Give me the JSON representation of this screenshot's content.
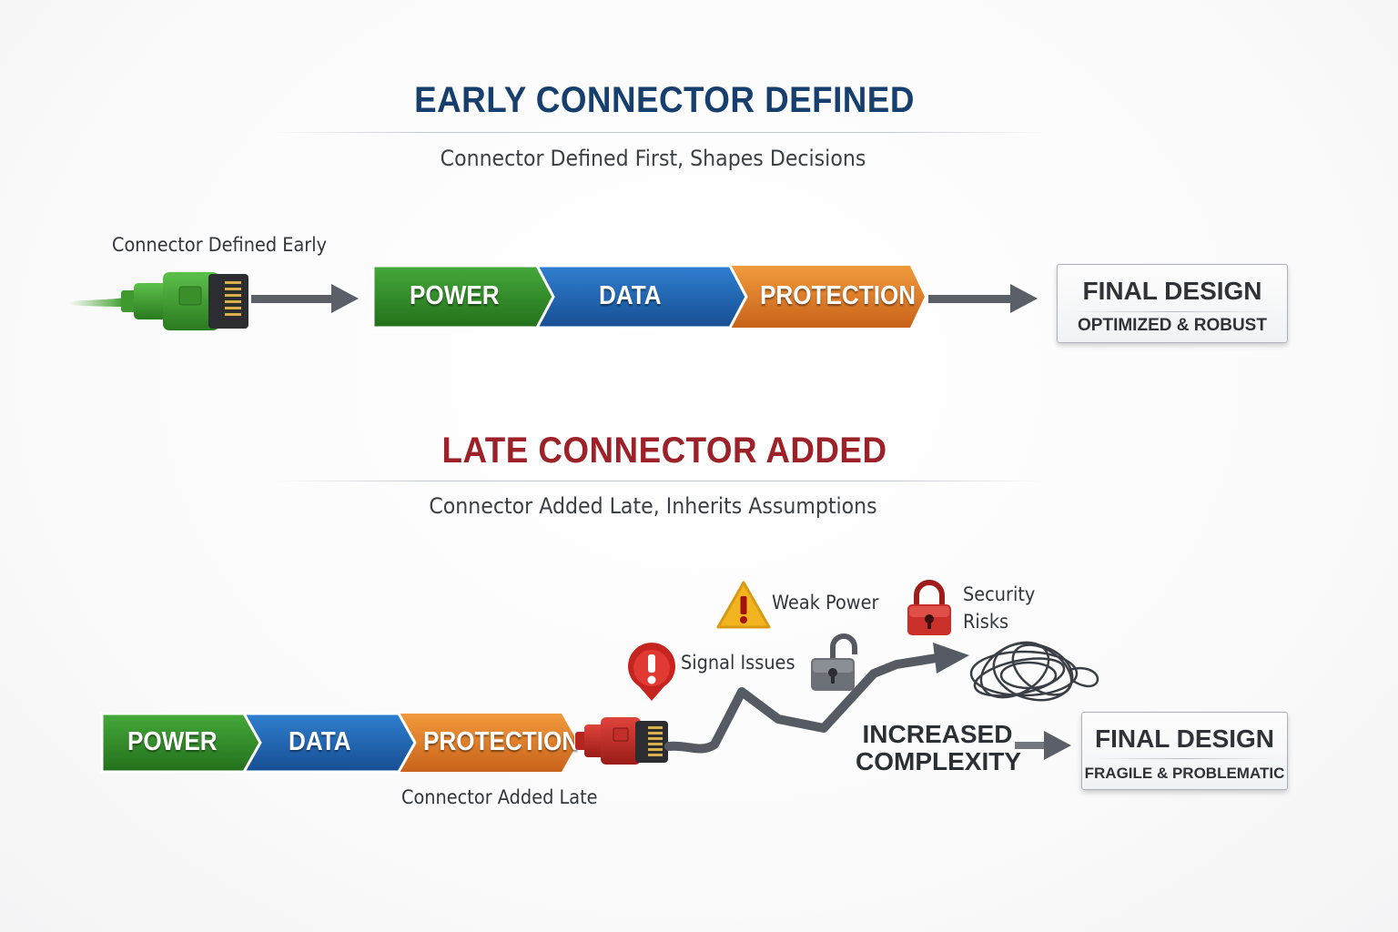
{
  "early": {
    "title": "EARLY CONNECTOR DEFINED",
    "subtitle": "Connector Defined First, Shapes Decisions",
    "connector_label": "Connector Defined Early",
    "stages": [
      "POWER",
      "DATA",
      "PROTECTION"
    ],
    "final_title": "FINAL DESIGN",
    "final_sub": "OPTIMIZED & ROBUST"
  },
  "late": {
    "title": "LATE CONNECTOR ADDED",
    "subtitle": "Connector Added Late, Inherits Assumptions",
    "connector_label": "Connector Added Late",
    "stages": [
      "POWER",
      "DATA",
      "PROTECTION"
    ],
    "issues": {
      "signal": "Signal Issues",
      "power": "Weak Power",
      "security_line1": "Security",
      "security_line2": "Risks"
    },
    "complexity_line1": "INCREASED",
    "complexity_line2": "COMPLEXITY",
    "final_title": "FINAL DESIGN",
    "final_sub": "FRAGILE & PROBLEMATIC"
  },
  "icons": {
    "early_connector": "green-ethernet-connector-icon",
    "late_connector": "red-ethernet-connector-icon",
    "signal": "red-exclamation-pin-icon",
    "power": "yellow-warning-triangle-icon",
    "security": "red-padlock-icon",
    "unlocked": "open-padlock-icon",
    "tangle": "tangled-wire-icon"
  },
  "colors": {
    "early_title": "#163f6e",
    "late_title": "#9c2128",
    "power": "#2f8a2a",
    "data": "#1f63b0",
    "protection": "#e07b22",
    "arrow": "#5b6068"
  }
}
